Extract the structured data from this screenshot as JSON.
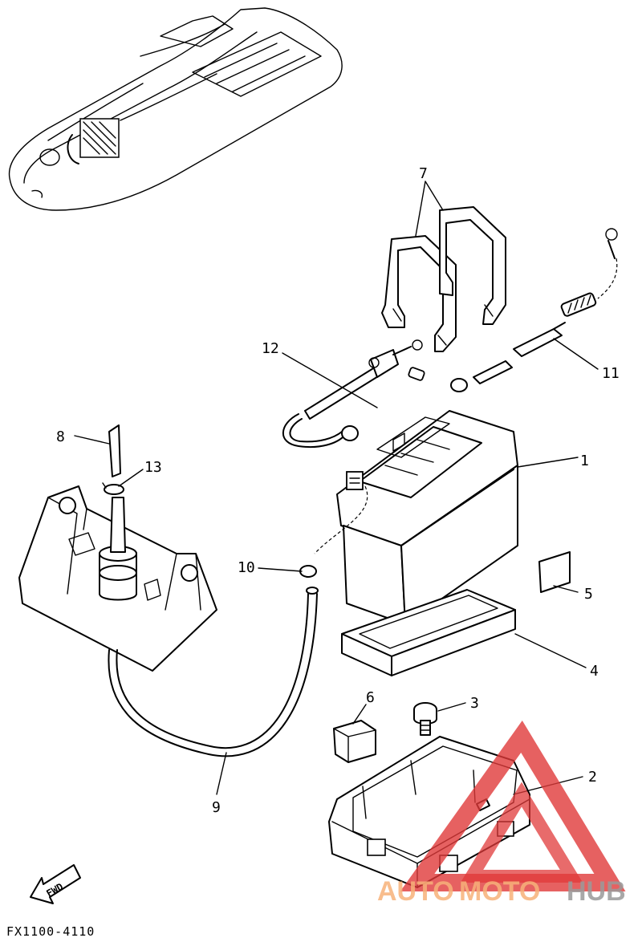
{
  "diagram": {
    "part_labels": {
      "p1": "1",
      "p2": "2",
      "p3": "3",
      "p4": "4",
      "p5": "5",
      "p6": "6",
      "p7": "7",
      "p8": "8",
      "p9": "9",
      "p10": "10",
      "p11": "11",
      "p12": "12",
      "p13": "13"
    },
    "fwd_label": "FWD",
    "drawing_code": "FX1100-4110"
  },
  "watermark": {
    "text_auto": "AUTO",
    "text_moto": "MOTO",
    "text_hub": "HUB",
    "color_triangle": "#e03a3a",
    "color_text": "#f7b27a",
    "color_hub": "#9a9a9a"
  }
}
